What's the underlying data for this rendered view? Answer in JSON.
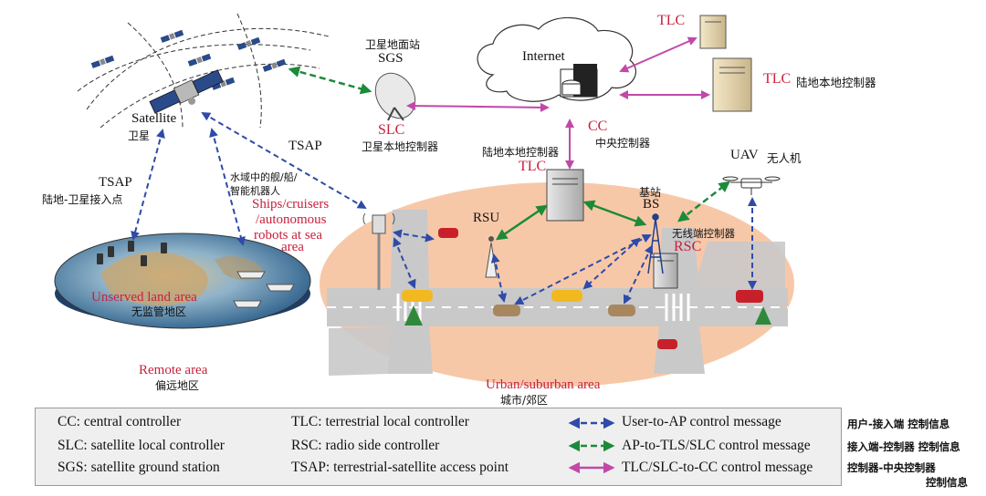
{
  "colors": {
    "user_to_ap": "#2f4aa8",
    "ap_to_controller": "#1d8a3a",
    "to_cc": "#c049a8",
    "label_red": "#c8203c",
    "urban_area": "#f7c8a8",
    "road": "#c9c9c9"
  },
  "labels": {
    "satellite_en": "Satellite",
    "satellite_cn": "卫星",
    "sgs_cn": "卫星地面站",
    "sgs_en": "SGS",
    "slc_en": "SLC",
    "slc_cn": "卫星本地控制器",
    "internet": "Internet",
    "cc_en": "CC",
    "cc_cn": "中央控制器",
    "tlc_top_en": "TLC",
    "tlc_right_en": "TLC",
    "tlc_right_cn": "陆地本地控制器",
    "tlc_mid_cn": "陆地本地控制器",
    "tlc_mid_en": "TLC",
    "tsap_left_en": "TSAP",
    "tsap_left_cn": "陆地-卫星接入点",
    "tsap_mid_en": "TSAP",
    "ships_cn_1": "水域中的舰/船/",
    "ships_cn_2": "智能机器人",
    "ships_en_1": "Ships/cruisers",
    "ships_en_2": "/autonomous",
    "ships_en_3": "robots at sea",
    "ships_en_4": "area",
    "unserved_en": "Unserved land area",
    "unserved_cn": "无监管地区",
    "remote_en": "Remote area",
    "remote_cn": "偏远地区",
    "rsu": "RSU",
    "bs_cn": "基站",
    "bs_en": "BS",
    "rsc_cn": "无线端控制器",
    "rsc_en": "RSC",
    "uav_en": "UAV",
    "uav_cn": "无人机",
    "urban_en": "Urban/suburban area",
    "urban_cn": "城市/郊区"
  },
  "legend": {
    "abbreviations": [
      "CC: central controller",
      "SLC: satellite local controller",
      "SGS: satellite ground station",
      "TLC: terrestrial local controller",
      "RSC: radio side controller",
      "TSAP: terrestrial-satellite access point"
    ],
    "arrows": [
      {
        "label": "User-to-AP control message",
        "color": "#2f4aa8",
        "note": "用户-接入端 控制信息"
      },
      {
        "label": "AP-to-TLS/SLC control message",
        "color": "#1d8a3a",
        "note": "接入端-控制器 控制信息"
      },
      {
        "label": "TLC/SLC-to-CC control message",
        "color": "#c049a8",
        "note": "控制器-中央控制器",
        "note2": "控制信息"
      }
    ]
  }
}
